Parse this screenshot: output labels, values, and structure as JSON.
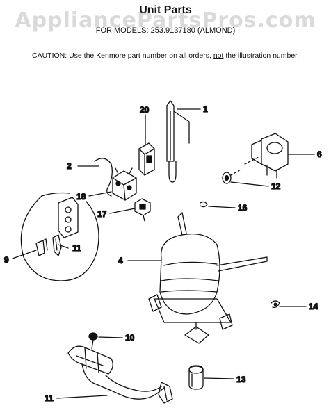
{
  "watermark": "AppliancePartsPros.com",
  "header": {
    "title": "Unit Parts",
    "models": "FOR MODELS: 253.9137180 (ALMOND)"
  },
  "caution": {
    "prefix": "CAUTION:  Use the Kenmore part number on all orders, ",
    "emphasis": "not",
    "suffix": " the illustration number."
  },
  "callouts": {
    "c1": "1",
    "c2": "2",
    "c4": "4",
    "c6": "6",
    "c9": "9",
    "c10": "10",
    "c11a": "11",
    "c11b": "11",
    "c12": "12",
    "c13": "13",
    "c14": "14",
    "c16": "16",
    "c17": "17",
    "c18": "18",
    "c20": "20"
  }
}
